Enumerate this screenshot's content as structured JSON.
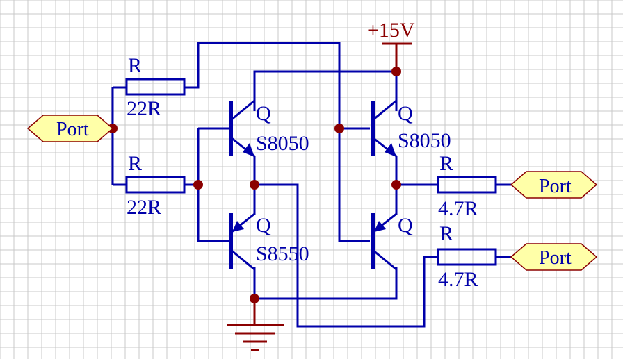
{
  "colors": {
    "grid": "#c8c8c8",
    "wire": "#0000aa",
    "label": "#0000aa",
    "power": "#8b0000",
    "junction": "#8b0000",
    "port_fill": "#ffffa8",
    "port_stroke": "#8b0000"
  },
  "power": {
    "label": "+15V",
    "icon": "power-bar-icon"
  },
  "ground": {
    "icon": "ground-icon"
  },
  "ports": [
    {
      "id": "port-left",
      "label": "Port"
    },
    {
      "id": "port-right-top",
      "label": "Port"
    },
    {
      "id": "port-right-bottom",
      "label": "Port"
    }
  ],
  "resistors": [
    {
      "id": "r-top-left",
      "designator": "R",
      "value": "22R"
    },
    {
      "id": "r-bottom-left",
      "designator": "R",
      "value": "22R"
    },
    {
      "id": "r-top-right",
      "designator": "R",
      "value": "4.7R"
    },
    {
      "id": "r-bottom-right",
      "designator": "R",
      "value": "4.7R"
    }
  ],
  "transistors": [
    {
      "id": "q-left-top",
      "designator": "Q",
      "part": "S8050",
      "type": "NPN"
    },
    {
      "id": "q-left-bottom",
      "designator": "Q",
      "part": "S8550",
      "type": "PNP"
    },
    {
      "id": "q-right-top",
      "designator": "Q",
      "part": "S8050",
      "type": "NPN"
    },
    {
      "id": "q-right-bottom",
      "designator": "Q",
      "part": "",
      "type": "PNP"
    }
  ]
}
